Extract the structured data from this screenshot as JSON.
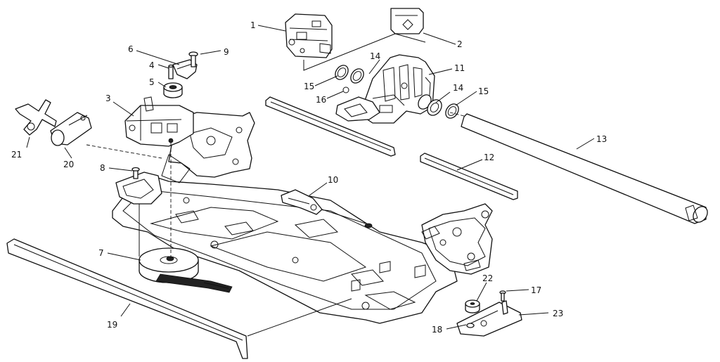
{
  "parts": [
    {
      "id": "p1",
      "number": "1"
    },
    {
      "id": "p2",
      "number": "2"
    },
    {
      "id": "p3",
      "number": "3"
    },
    {
      "id": "p4",
      "number": "4"
    },
    {
      "id": "p5",
      "number": "5"
    },
    {
      "id": "p6",
      "number": "6"
    },
    {
      "id": "p7",
      "number": "7"
    },
    {
      "id": "p8",
      "number": "8"
    },
    {
      "id": "p9",
      "number": "9"
    },
    {
      "id": "p10",
      "number": "10"
    },
    {
      "id": "p11",
      "number": "11"
    },
    {
      "id": "p12",
      "number": "12"
    },
    {
      "id": "p13",
      "number": "13"
    },
    {
      "id": "p14a",
      "number": "14"
    },
    {
      "id": "p14b",
      "number": "14"
    },
    {
      "id": "p15a",
      "number": "15"
    },
    {
      "id": "p15b",
      "number": "15"
    },
    {
      "id": "p16",
      "number": "16"
    },
    {
      "id": "p17",
      "number": "17"
    },
    {
      "id": "p18",
      "number": "18"
    },
    {
      "id": "p19",
      "number": "19"
    },
    {
      "id": "p20",
      "number": "20"
    },
    {
      "id": "p21",
      "number": "21"
    },
    {
      "id": "p22",
      "number": "22"
    },
    {
      "id": "p23",
      "number": "23"
    }
  ]
}
